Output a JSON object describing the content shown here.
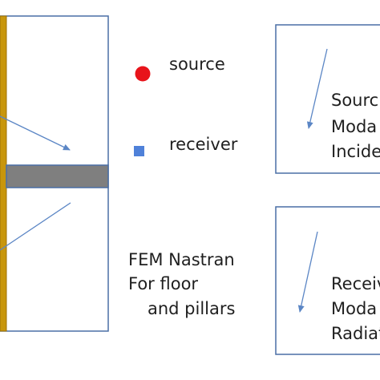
{
  "legend": {
    "source_label": "source",
    "receiver_label": "receiver"
  },
  "fem_note": {
    "line1": "FEM Nastran",
    "line2": "For floor",
    "line3": "and pillars"
  },
  "source_box": {
    "line1": "Sourc",
    "line2": "Moda",
    "line3": "Incide"
  },
  "receiver_box": {
    "line1": "Receiv",
    "line2": "Moda",
    "line3": "Radiat"
  },
  "colors": {
    "pillar": "#c8960c",
    "floor_slab": "#7f7f7f",
    "outline_blue": "#4a6fa5",
    "arrow_blue": "#5b86c5",
    "source_marker": "#e8141b",
    "receiver_marker": "#4f81d9"
  }
}
